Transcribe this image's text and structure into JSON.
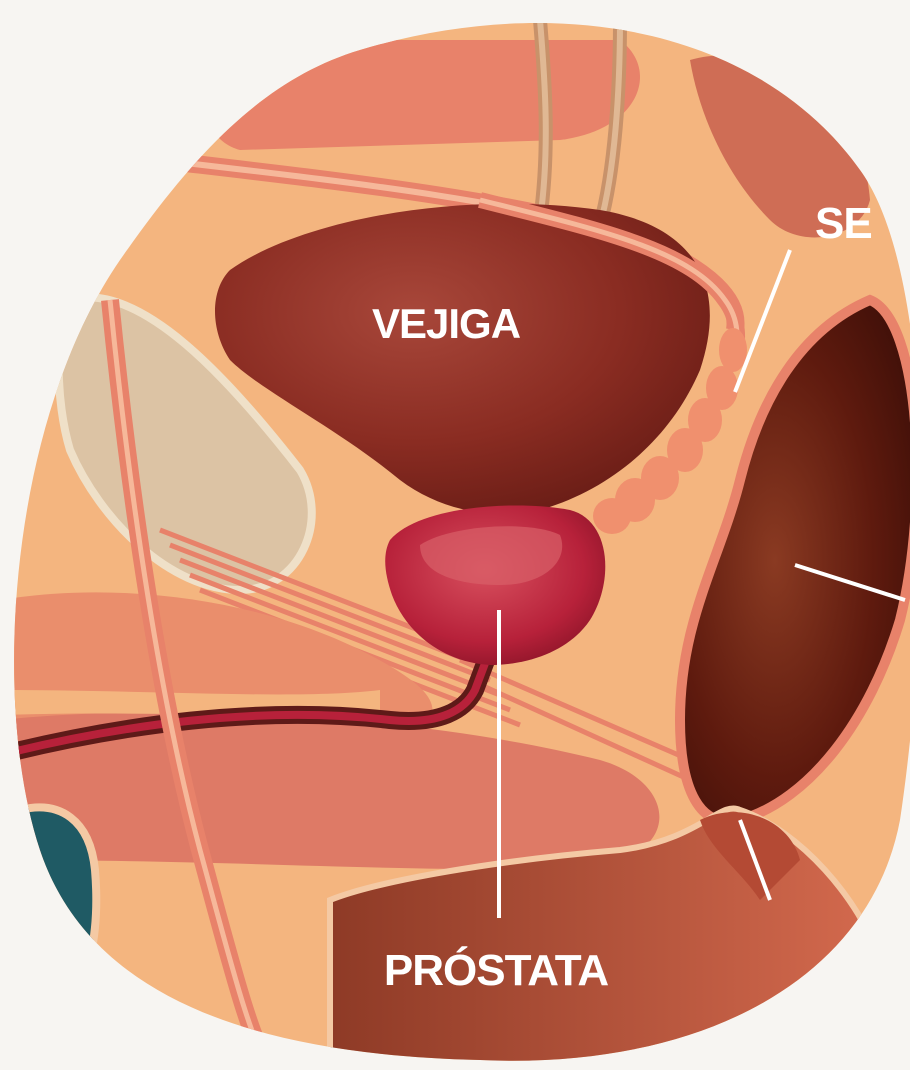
{
  "labels": {
    "bladder": "VEJIGA",
    "prostate": "PRÓSTATA",
    "seminal_vesicle_partial": "SE"
  },
  "colors": {
    "background": "#f7f5f2",
    "tissue": "#f4b57f",
    "bladder": "#8a2c22",
    "prostate": "#b7213a",
    "rectum": "#5e1a0e",
    "vessel": "#e89a7a",
    "label_text": "#ffffff"
  }
}
